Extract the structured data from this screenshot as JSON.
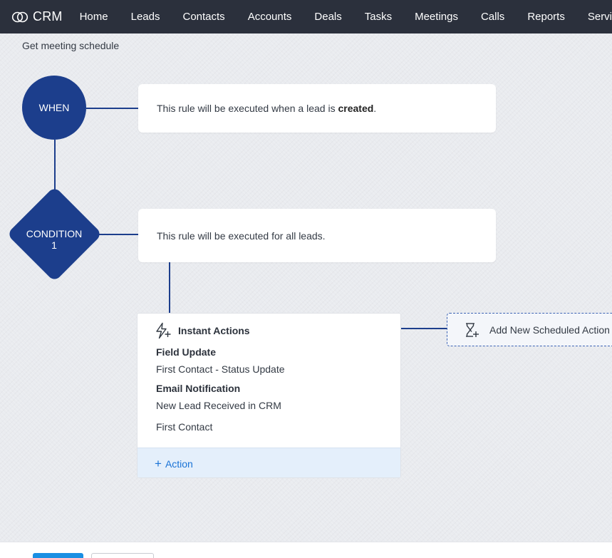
{
  "app": {
    "brand": "CRM",
    "nav": [
      "Home",
      "Leads",
      "Contacts",
      "Accounts",
      "Deals",
      "Tasks",
      "Meetings",
      "Calls",
      "Reports",
      "Services"
    ]
  },
  "rule": {
    "name": "Get meeting schedule"
  },
  "when": {
    "label": "WHEN",
    "text_prefix": "This rule will be executed when a lead is ",
    "text_bold": "created",
    "text_suffix": "."
  },
  "condition": {
    "label_line1": "CONDITION",
    "label_line2": "1",
    "text": "This rule will be executed for all leads."
  },
  "instant_actions": {
    "title": "Instant Actions",
    "field_update_heading": "Field Update",
    "field_update_item": "First Contact - Status Update",
    "email_notification_heading": "Email Notification",
    "email_items": [
      "New Lead Received in CRM",
      "First Contact"
    ],
    "add_action_plus": "+",
    "add_action_label": "Action"
  },
  "scheduled": {
    "label": "Add New Scheduled Action"
  },
  "colors": {
    "nav_bg": "#2b303c",
    "node_blue": "#1c3e8c",
    "link_blue": "#1a73d6",
    "primary_button": "#1a8fe3"
  },
  "icons": {
    "brand": "crm-logo-icon",
    "instant": "lightning-plus-icon",
    "scheduled": "hourglass-plus-icon"
  }
}
